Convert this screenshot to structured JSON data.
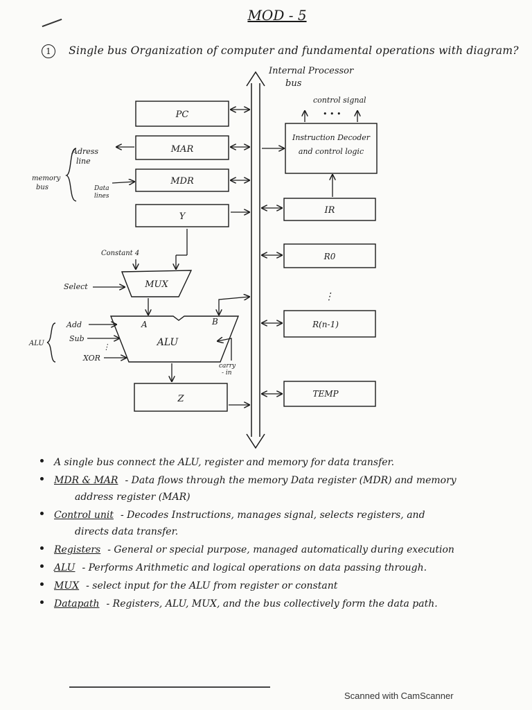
{
  "heading": "MOD - 5",
  "question": {
    "number": "1",
    "text": "Single bus Organization of computer and fundamental operations with diagram?"
  },
  "diagram": {
    "bus_label_1": "Internal Processor",
    "bus_label_2": "bus",
    "control_signal": "control signal",
    "dots": "• • •",
    "instruction_decoder_1": "Instruction Decoder",
    "instruction_decoder_2": "and control logic",
    "registers_left": [
      "PC",
      "MAR",
      "MDR",
      "Y"
    ],
    "address_line_1": "Adress",
    "address_line_2": "line",
    "memory_bus_1": "memory",
    "memory_bus_2": "bus",
    "data_lines_1": "Data",
    "data_lines_2": "lines",
    "constant": "Constant 4",
    "select": "Select",
    "mux": "MUX",
    "alu_label": "ALU",
    "alu": "ALU",
    "alu_a": "A",
    "alu_b": "B",
    "alu_ops": [
      "Add",
      "Sub",
      "XOR"
    ],
    "carry_1": "carry",
    "carry_2": "- in",
    "z": "Z",
    "registers_right": [
      "IR",
      "R0",
      "R(n-1)",
      "TEMP"
    ]
  },
  "notes": [
    {
      "term": "",
      "text": "A single bus connect the ALU, register and memory for data transfer.",
      "cont": ""
    },
    {
      "term": "MDR & MAR",
      "text": "- Data flows through the memory Data register (MDR) and memory",
      "cont": "address register (MAR)"
    },
    {
      "term": "Control unit",
      "text": "- Decodes Instructions, manages signal, selects registers, and",
      "cont": "directs data transfer."
    },
    {
      "term": "Registers",
      "text": "- General or special purpose, managed automatically during execution",
      "cont": ""
    },
    {
      "term": "ALU",
      "text": "- Performs Arithmetic and logical operations on data passing through.",
      "cont": ""
    },
    {
      "term": "MUX",
      "text": "- select input for the ALU from register or constant",
      "cont": ""
    },
    {
      "term": "Datapath",
      "text": "- Registers, ALU, MUX, and the bus collectively form the data path.",
      "cont": ""
    }
  ],
  "footer": "Scanned with CamScanner"
}
